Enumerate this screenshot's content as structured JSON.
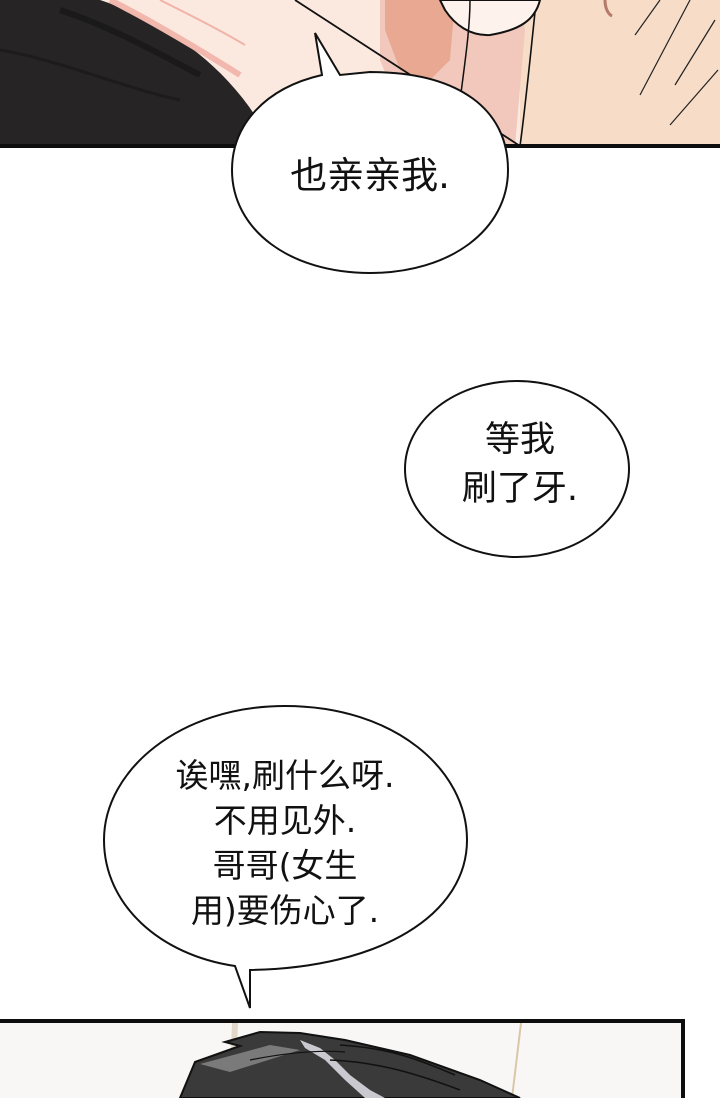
{
  "comic": {
    "panels": [
      {
        "id": "top-panel",
        "description": "close-up of two characters' faces, dark jacket at left, skin tones at right"
      },
      {
        "id": "bottom-panel",
        "description": "top of a character's dark grey hair against a pale background"
      }
    ],
    "bubbles": [
      {
        "id": "bubble-1",
        "text": "也亲亲我."
      },
      {
        "id": "bubble-2",
        "lines": [
          "等我",
          "刷了牙."
        ],
        "text": "等我\n刷了牙."
      },
      {
        "id": "bubble-3",
        "lines": [
          "诶嘿,刷什么呀.",
          "不用见外.",
          "哥哥(女生",
          "用)要伤心了."
        ],
        "text": "诶嘿,刷什么呀.\n不用见外.\n哥哥(女生\n用)要伤心了."
      }
    ]
  },
  "colors": {
    "background": "#ffffff",
    "panel_border": "#0d0d0d",
    "jacket": "#262424",
    "skin_light": "#fbe9df",
    "skin_mid": "#f7dcc7",
    "skin_pink": "#f2c1b8",
    "skin_shadow": "#e3a792",
    "hair_dark": "#3a3a3a",
    "hair_mid": "#6e6e6e",
    "hair_highlight": "#c9c9cf",
    "bottom_bg": "#f8f7f6"
  }
}
